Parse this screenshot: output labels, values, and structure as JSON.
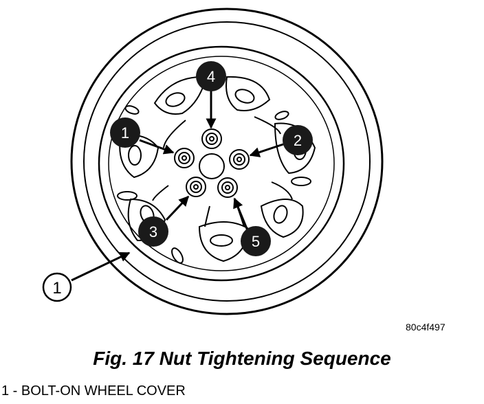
{
  "figure": {
    "caption": "Fig. 17 Nut Tightening Sequence",
    "figure_id": "80c4f497",
    "legend": [
      {
        "text": "1 - BOLT-ON WHEEL COVER"
      }
    ]
  },
  "sequence_badges": [
    {
      "label": "1"
    },
    {
      "label": "2"
    },
    {
      "label": "3"
    },
    {
      "label": "4"
    },
    {
      "label": "5"
    }
  ],
  "callout": {
    "label": "1"
  },
  "colors": {
    "ink": "#000000",
    "paper": "#ffffff",
    "badge_fill": "#1a1a1a"
  }
}
